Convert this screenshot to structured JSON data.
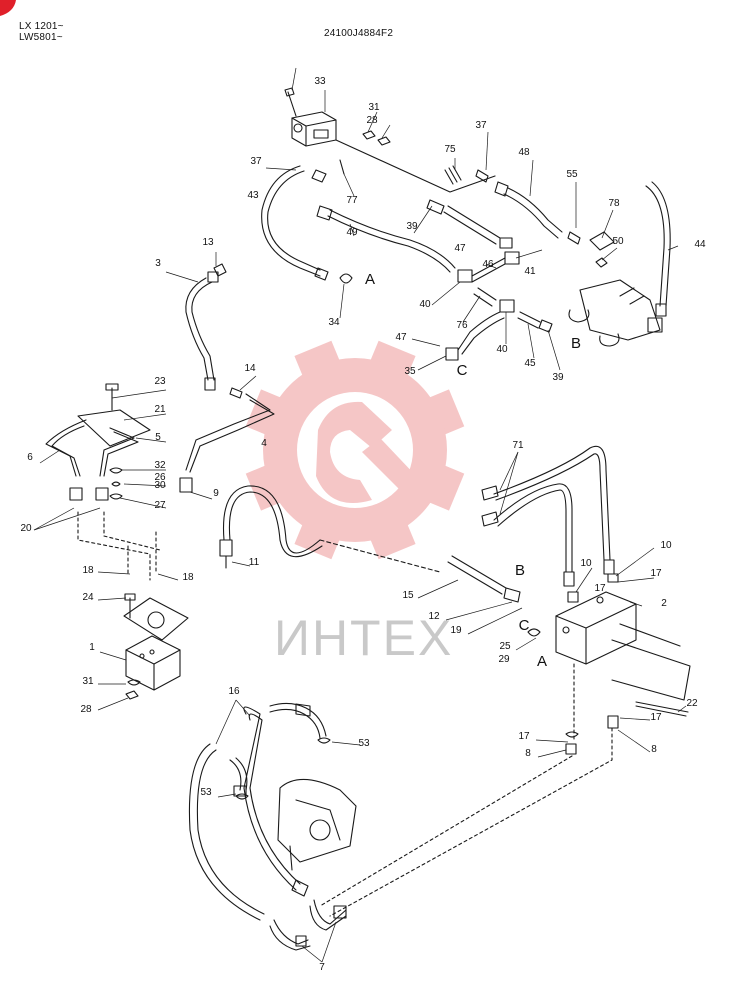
{
  "header": {
    "serial_line1": "LX 1201~",
    "serial_line2": "LW5801~",
    "drawing_code": "24100J4884F2"
  },
  "watermark": {
    "text": "ИНТЕХ"
  },
  "connection_letters": [
    "A",
    "A",
    "B",
    "B",
    "C",
    "C"
  ],
  "part_numbers": [
    "1",
    "2",
    "3",
    "4",
    "5",
    "6",
    "7",
    "8",
    "8",
    "9",
    "10",
    "10",
    "11",
    "12",
    "13",
    "14",
    "15",
    "16",
    "17",
    "17",
    "17",
    "17",
    "18",
    "18",
    "19",
    "20",
    "21",
    "22",
    "23",
    "24",
    "25",
    "26",
    "27",
    "28",
    "28",
    "29",
    "30",
    "31",
    "31",
    "32",
    "33",
    "34",
    "35",
    "37",
    "37",
    "39",
    "39",
    "40",
    "40",
    "41",
    "43",
    "44",
    "45",
    "46",
    "47",
    "47",
    "48",
    "49",
    "50",
    "53",
    "53",
    "55",
    "71",
    "75",
    "76",
    "77",
    "78"
  ],
  "colors": {
    "line": "#1a1a1a",
    "watermark_gear": "#f2b3b3",
    "watermark_text": "#c9c9c9",
    "corner_mark": "#e0202a"
  }
}
